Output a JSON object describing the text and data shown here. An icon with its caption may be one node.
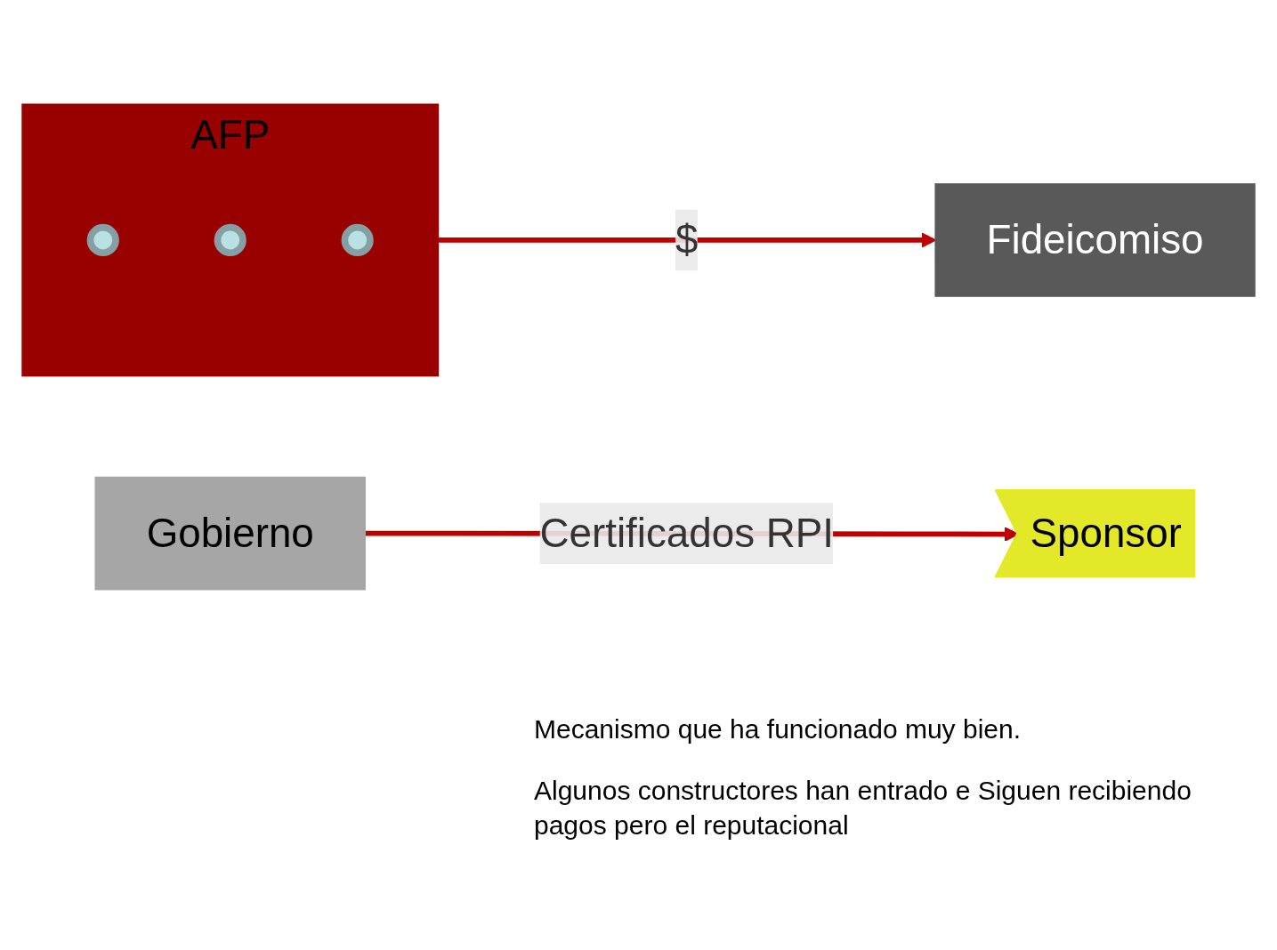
{
  "diagram": {
    "nodes": [
      {
        "text": [
          "AFP"
        ]
      },
      {
        "text": [],
        "shape": "circle",
        "in": 0
      },
      {
        "text": [],
        "shape": "circle",
        "in": 0
      },
      {
        "text": [],
        "shape": "circle",
        "in": 0
      },
      {
        "text": [
          "Sponsor"
        ]
      },
      {
        "text": [
          "Fideicomiso"
        ]
      },
      {
        "text": [
          "Gobierno"
        ]
      }
    ],
    "edges": [
      {
        "from": 0,
        "to": 5,
        "arrow": "to",
        "label": "$",
        "color": "#c00000"
      },
      {
        "from": 6,
        "to": 4,
        "arrow": "to",
        "label": "Certificados RPI",
        "color": "#c00000"
      }
    ],
    "labels": [
      "Mecanismo que ha funcionado muy bien.",
      "Algunos constructores han entrado e Siguen recibiendo pagos pero el reputacional"
    ]
  }
}
